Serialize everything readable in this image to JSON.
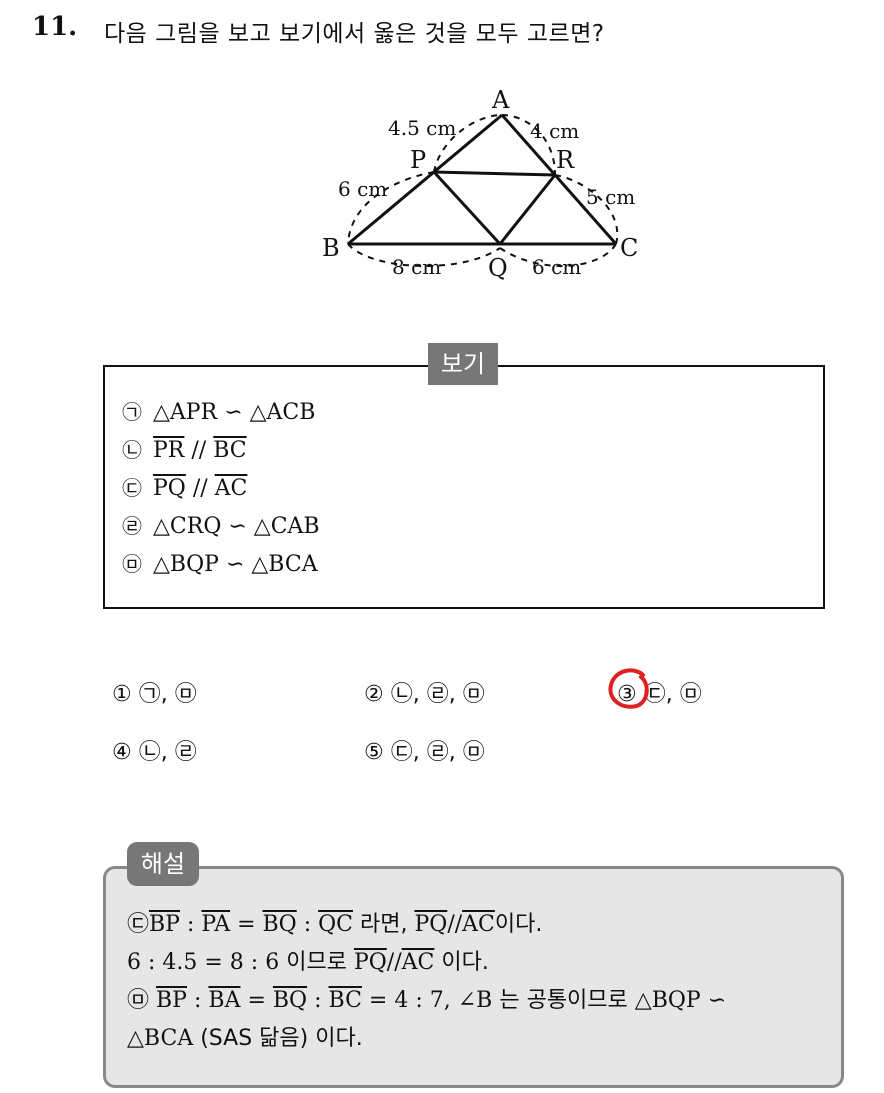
{
  "question": {
    "number": "11.",
    "text": "다음 그림을 보고 보기에서 옳은 것을 모두 고르면?"
  },
  "figure": {
    "points": {
      "A": "A",
      "P": "P",
      "R": "R",
      "B": "B",
      "Q": "Q",
      "C": "C"
    },
    "lengths": {
      "AP": "4.5 cm",
      "AR": "4 cm",
      "PB": "6 cm",
      "RC": "5 cm",
      "BQ": "8 cm",
      "QC": "6 cm"
    }
  },
  "bogi": {
    "title": "보기",
    "items": [
      {
        "mark": "㉠",
        "a": "△APR",
        "sim": "∽",
        "b": "△ACB"
      },
      {
        "mark": "㉡",
        "a": "PR",
        "sim": "//",
        "b": "BC"
      },
      {
        "mark": "㉢",
        "a": "PQ",
        "sim": "//",
        "b": "AC"
      },
      {
        "mark": "㉣",
        "a": "△CRQ",
        "sim": "∽",
        "b": "△CAB"
      },
      {
        "mark": "㉤",
        "a": "△BQP",
        "sim": "∽",
        "b": "△BCA"
      }
    ]
  },
  "choices": [
    {
      "num": "①",
      "text": "㉠, ㉤"
    },
    {
      "num": "②",
      "text": "㉡, ㉣, ㉤"
    },
    {
      "num": "③",
      "text": "㉢, ㉤"
    },
    {
      "num": "④",
      "text": "㉡, ㉣"
    },
    {
      "num": "⑤",
      "text": "㉢, ㉣, ㉤"
    }
  ],
  "selected_choice": "③",
  "accent_color": "#e02020",
  "solution": {
    "title": "해설",
    "line1": {
      "mark": "㉢",
      "bp": "BP",
      "pa": "PA",
      "bq": "BQ",
      "qc": "QC",
      "ko1": "라면,",
      "pq": "PQ",
      "ac": "AC",
      "ko2": "이다."
    },
    "line2": {
      "ratio": "6 : 4.5 = 8 : 6",
      "ko1": "이므로",
      "pq": "PQ",
      "ac": "AC",
      "ko2": "이다."
    },
    "line3": {
      "mark": "㉤",
      "bp": "BP",
      "ba": "BA",
      "bq": "BQ",
      "bc": "BC",
      "ratio": "= 4 : 7,",
      "angle": "∠B",
      "ko1": "는 공통이므로",
      "tri": "△BQP ∽"
    },
    "line4": {
      "tri": "△BCA",
      "ko1": "(SAS 닮음) 이다."
    }
  }
}
